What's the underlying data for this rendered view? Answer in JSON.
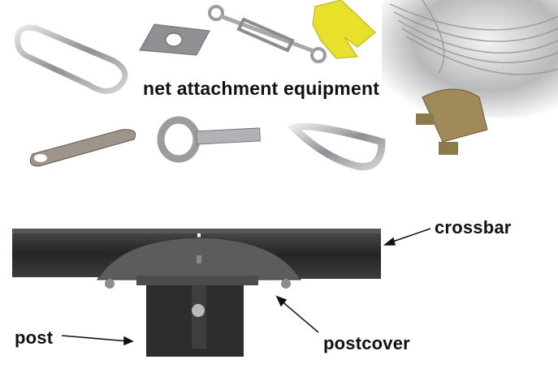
{
  "header": {
    "title": "net attachment equipment"
  },
  "labels": {
    "crossbar": "crossbar",
    "post": "post",
    "postcover": "postcover"
  },
  "colors": {
    "metal": "#9a9ca0",
    "yellow_clip": "#e8e02a",
    "post_dark": "#2b2d2e",
    "text": "#111111"
  }
}
